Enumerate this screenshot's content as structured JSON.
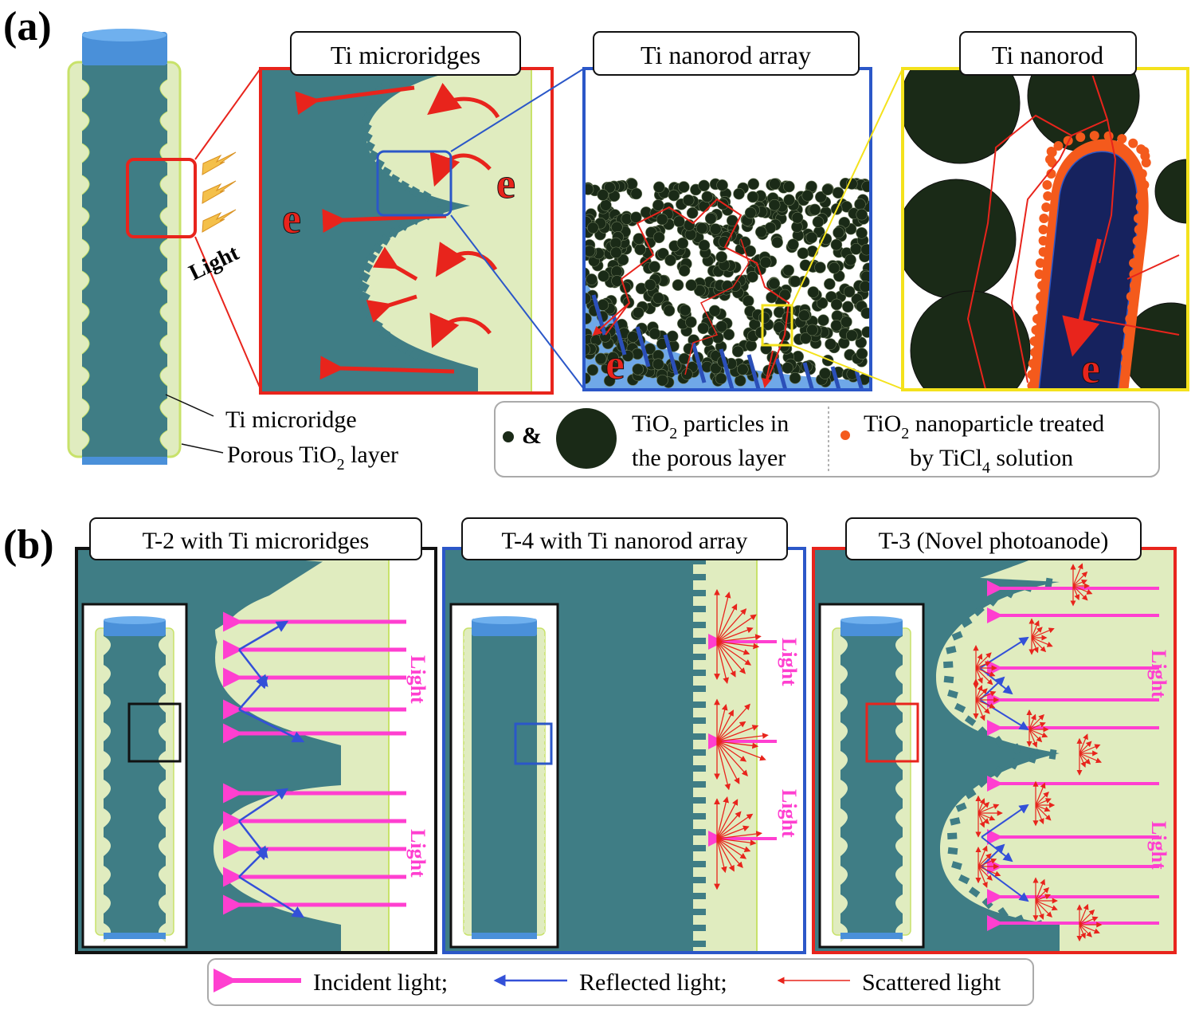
{
  "panel_a": {
    "label": "(a)",
    "light_label": "Light",
    "callout_microridge": "Ti microridge",
    "callout_porous_prefix": "Porous TiO",
    "callout_porous_sub": "2",
    "callout_porous_suffix": " layer",
    "box1_title": "Ti microridges",
    "box2_title": "Ti nanorod array",
    "box3_title": "Ti nanorod",
    "electron": "e",
    "legend": {
      "amp": "&",
      "item1_line1_prefix": "TiO",
      "item1_line1_sub": "2",
      "item1_line1_suffix": " particles in",
      "item1_line2": "the porous layer",
      "item2_line1_prefix": "TiO",
      "item2_line1_sub": "2",
      "item2_line1_suffix": " nanoparticle treated",
      "item2_line2_prefix": "by TiCl",
      "item2_line2_sub": "4",
      "item2_line2_suffix": " solution"
    }
  },
  "panel_b": {
    "label": "(b)",
    "box1_title": "T-2 with Ti microridges",
    "box2_title": "T-4 with Ti nanorod array",
    "box3_title": "T-3 (Novel photoanode)",
    "light_label": "Light",
    "legend": {
      "incident": "Incident light;",
      "reflected": "Reflected light;",
      "scattered": "Scattered light"
    }
  },
  "colors": {
    "ti_teal": "#3f7d85",
    "porous_green": "#e0ecbf",
    "tube_blue": "#4a90d9",
    "red": "#e8241c",
    "blue_border": "#2b57c8",
    "yellow_border": "#f4e21c",
    "magenta": "#ff3fd0",
    "reflected_blue": "#3350d8",
    "navy": "#16225e",
    "dark_particle": "#1a2a17",
    "orange": "#f45a1c"
  }
}
